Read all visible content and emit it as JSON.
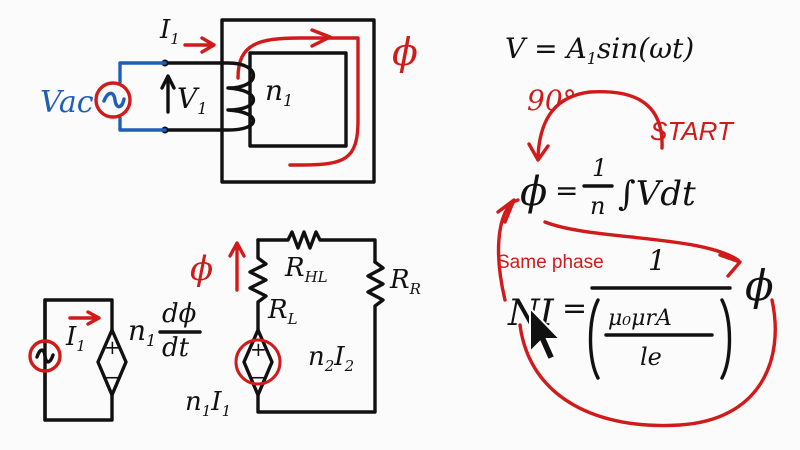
{
  "colors": {
    "ink": "#111111",
    "red": "#d11a1a",
    "blue": "#1f5fb8",
    "board": "#fbfbfb"
  },
  "top": {
    "current": "I",
    "current_sub": "1",
    "source": "Vac",
    "voltage": "V",
    "voltage_sub": "1",
    "turns": "n",
    "turns_sub": "1",
    "flux": "ϕ"
  },
  "equation": {
    "voltage_eq": "V = A",
    "voltage_eq_sub": "1",
    "voltage_eq_tail": "sin(ωt)",
    "phase_label": "90°",
    "start_label": "START",
    "flux_symbol": "ϕ",
    "equals": "=",
    "frac_num": "1",
    "frac_den": "n",
    "integral": "∫Vdt",
    "same_phase": "Same phase",
    "ni_lhs": "NI",
    "ni_num": "1",
    "ni_den_top": "μ₀μrA",
    "ni_den_bottom": "le",
    "result_flux": "ϕ"
  },
  "bottom": {
    "flux": "ϕ",
    "source_current": "I",
    "source_current_sub": "1",
    "plus": "+",
    "minus": "−",
    "dep_source": "n",
    "dep_source_sub": "1",
    "dphi": "dϕ",
    "dt": "dt",
    "r_hl": "R",
    "r_hl_sub": "HL",
    "r_l": "R",
    "r_l_sub": "L",
    "r_r": "R",
    "r_r_sub": "R",
    "src2_label": "n",
    "src2_sub": "1",
    "src2_tail": "I",
    "src2_tail_sub": "1",
    "mesh_current": "n",
    "mesh_current_sub": "2",
    "mesh_current_tail": "I",
    "mesh_current_tail_sub": "2"
  }
}
